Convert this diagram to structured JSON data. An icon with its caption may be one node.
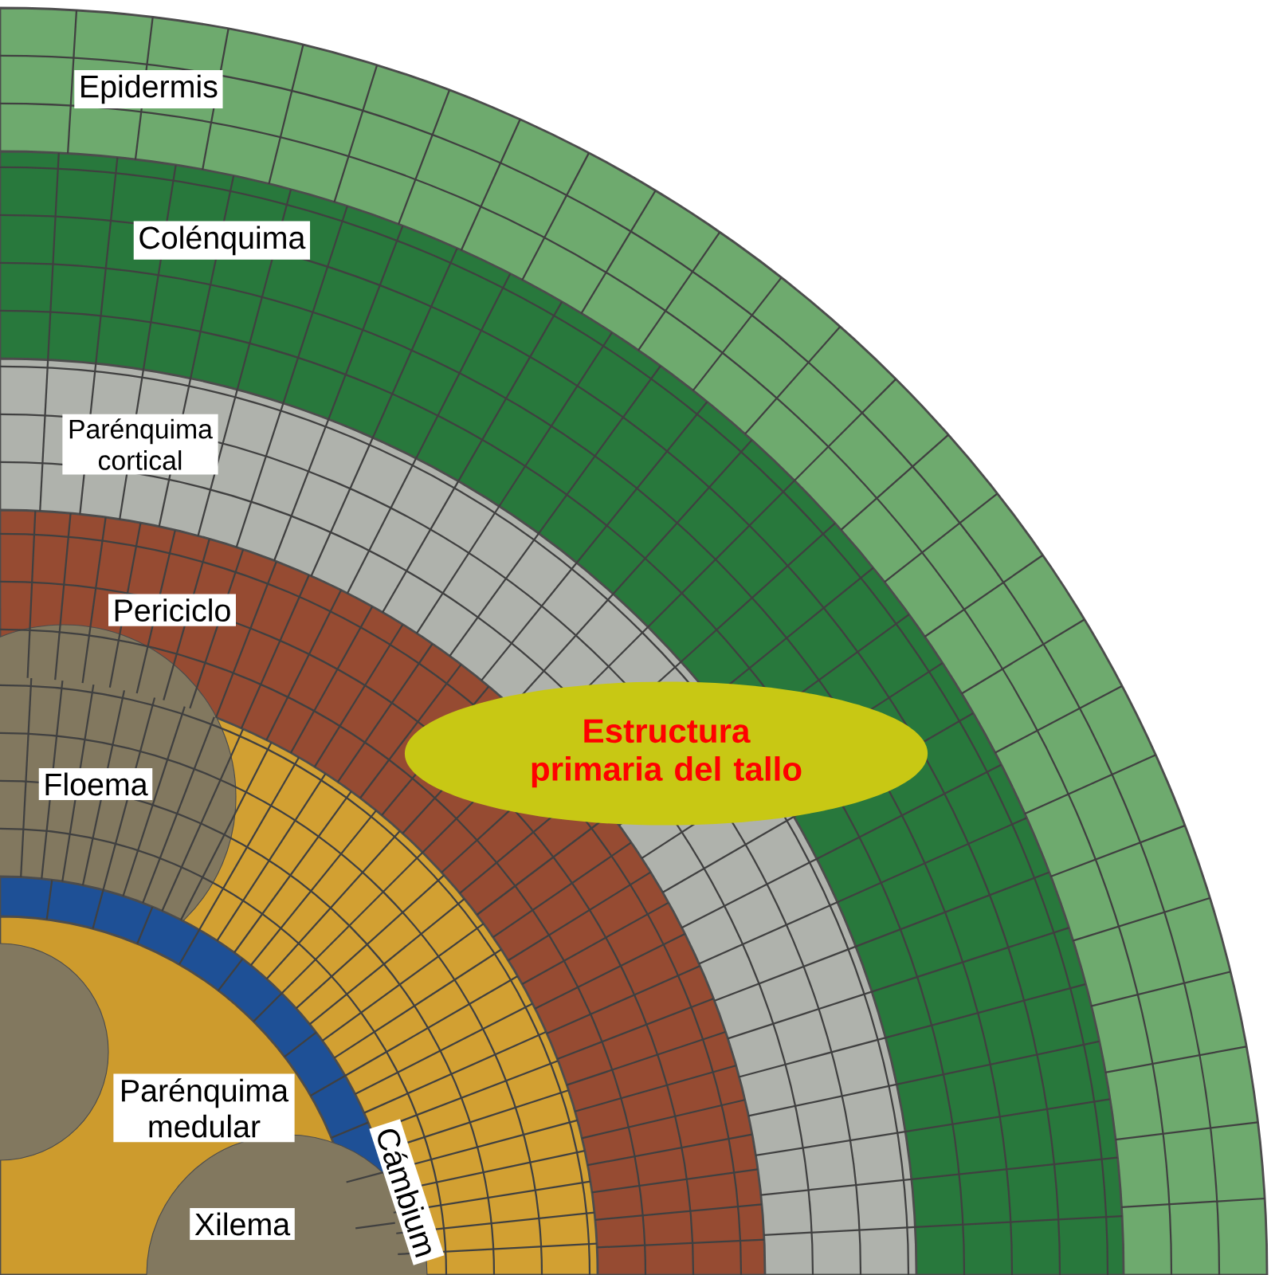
{
  "diagram": {
    "nodes": [
      {
        "text": [
          "Epidermis"
        ]
      },
      {
        "text": [
          "Colénquima"
        ]
      },
      {
        "text": [
          "Parénquima cortical"
        ]
      },
      {
        "text": [
          "Periciclo"
        ]
      },
      {
        "text": [
          "Estructura primaria del tallo"
        ]
      },
      {
        "text": [
          "Floema"
        ]
      },
      {
        "text": [
          "Parénquima medular"
        ]
      },
      {
        "text": [
          "Cámbium"
        ]
      },
      {
        "text": [
          "Xilema"
        ]
      }
    ]
  }
}
